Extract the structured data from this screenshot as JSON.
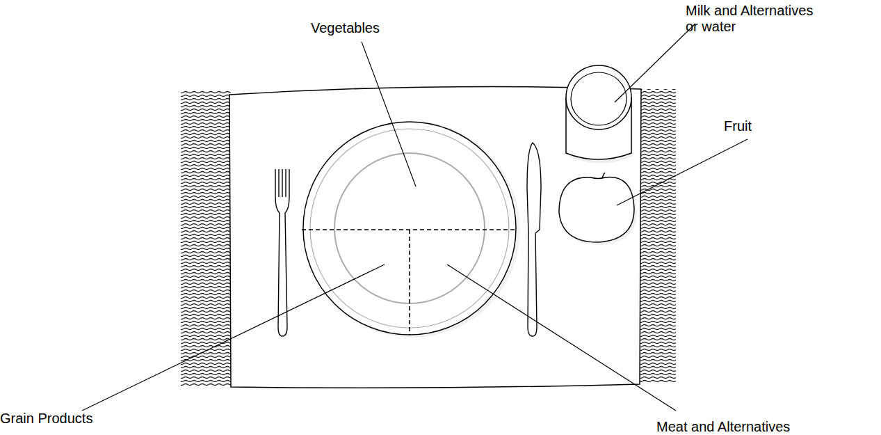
{
  "diagram": {
    "labels": [
      "Vegetables",
      "Milk and Alternatives or water",
      "Fruit",
      "Grain Products",
      "Meat and Alternatives"
    ]
  }
}
